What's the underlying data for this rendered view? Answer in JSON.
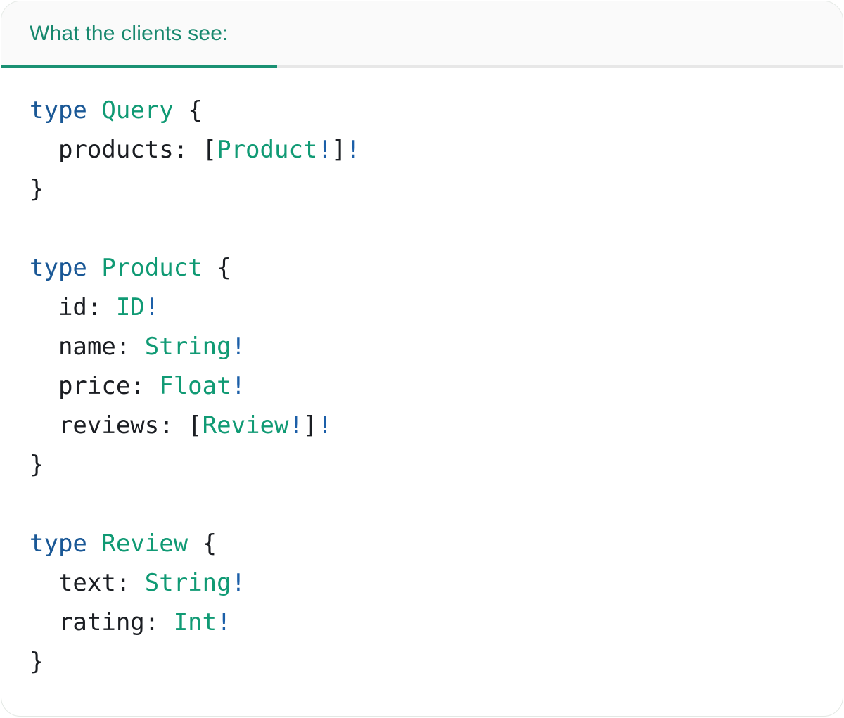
{
  "header": {
    "tab_label": "What the clients see:"
  },
  "colors": {
    "accent_teal": "#17886e",
    "tab_underline": "#1a9173",
    "header_bg": "#fafafa",
    "card_border": "#e3e8e4",
    "divider": "#e7e7e7",
    "code_plain": "#1b1e23",
    "code_keyword": "#1a5896",
    "code_type": "#109a74",
    "code_bang": "#1c5fa8",
    "page_bg": "#ffffff"
  },
  "code": {
    "language": "graphql",
    "lines": [
      [
        {
          "t": "type",
          "c": "kw"
        },
        {
          "t": " ",
          "c": "plain"
        },
        {
          "t": "Query",
          "c": "type"
        },
        {
          "t": " {",
          "c": "plain"
        }
      ],
      [
        {
          "t": "  products: [",
          "c": "plain"
        },
        {
          "t": "Product",
          "c": "type"
        },
        {
          "t": "!",
          "c": "bang"
        },
        {
          "t": "]",
          "c": "plain"
        },
        {
          "t": "!",
          "c": "bang"
        }
      ],
      [
        {
          "t": "}",
          "c": "plain"
        }
      ],
      [],
      [
        {
          "t": "type",
          "c": "kw"
        },
        {
          "t": " ",
          "c": "plain"
        },
        {
          "t": "Product",
          "c": "type"
        },
        {
          "t": " {",
          "c": "plain"
        }
      ],
      [
        {
          "t": "  id: ",
          "c": "plain"
        },
        {
          "t": "ID",
          "c": "type"
        },
        {
          "t": "!",
          "c": "bang"
        }
      ],
      [
        {
          "t": "  name: ",
          "c": "plain"
        },
        {
          "t": "String",
          "c": "type"
        },
        {
          "t": "!",
          "c": "bang"
        }
      ],
      [
        {
          "t": "  price: ",
          "c": "plain"
        },
        {
          "t": "Float",
          "c": "type"
        },
        {
          "t": "!",
          "c": "bang"
        }
      ],
      [
        {
          "t": "  reviews: [",
          "c": "plain"
        },
        {
          "t": "Review",
          "c": "type"
        },
        {
          "t": "!",
          "c": "bang"
        },
        {
          "t": "]",
          "c": "plain"
        },
        {
          "t": "!",
          "c": "bang"
        }
      ],
      [
        {
          "t": "}",
          "c": "plain"
        }
      ],
      [],
      [
        {
          "t": "type",
          "c": "kw"
        },
        {
          "t": " ",
          "c": "plain"
        },
        {
          "t": "Review",
          "c": "type"
        },
        {
          "t": " {",
          "c": "plain"
        }
      ],
      [
        {
          "t": "  text: ",
          "c": "plain"
        },
        {
          "t": "String",
          "c": "type"
        },
        {
          "t": "!",
          "c": "bang"
        }
      ],
      [
        {
          "t": "  rating: ",
          "c": "plain"
        },
        {
          "t": "Int",
          "c": "type"
        },
        {
          "t": "!",
          "c": "bang"
        }
      ],
      [
        {
          "t": "}",
          "c": "plain"
        }
      ]
    ]
  }
}
